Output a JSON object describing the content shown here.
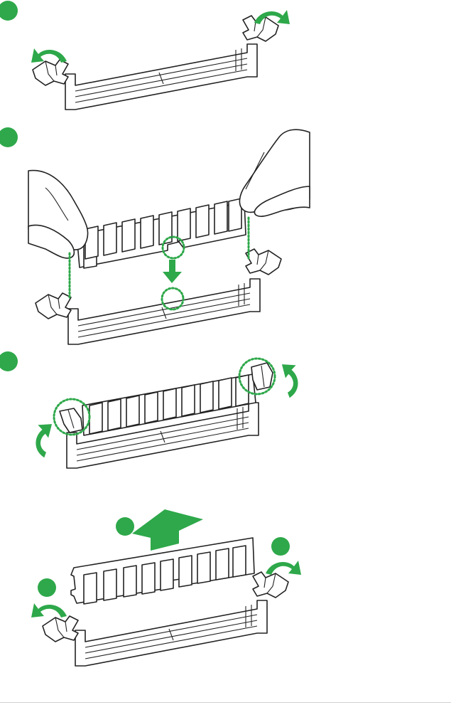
{
  "colors": {
    "accent": "#2ea84a",
    "line": "#222222",
    "background": "#ffffff"
  },
  "steps": [
    {
      "icon": "step-1-marker-icon",
      "action": "open-slot-clips"
    },
    {
      "icon": "step-2-marker-icon",
      "action": "insert-dimm-aligned-with-notch"
    },
    {
      "icon": "step-3-marker-icon",
      "action": "press-down-until-clips-lock"
    },
    {
      "icon": "removal-markers-icon",
      "action": "open-clips-and-lift-dimm"
    }
  ]
}
